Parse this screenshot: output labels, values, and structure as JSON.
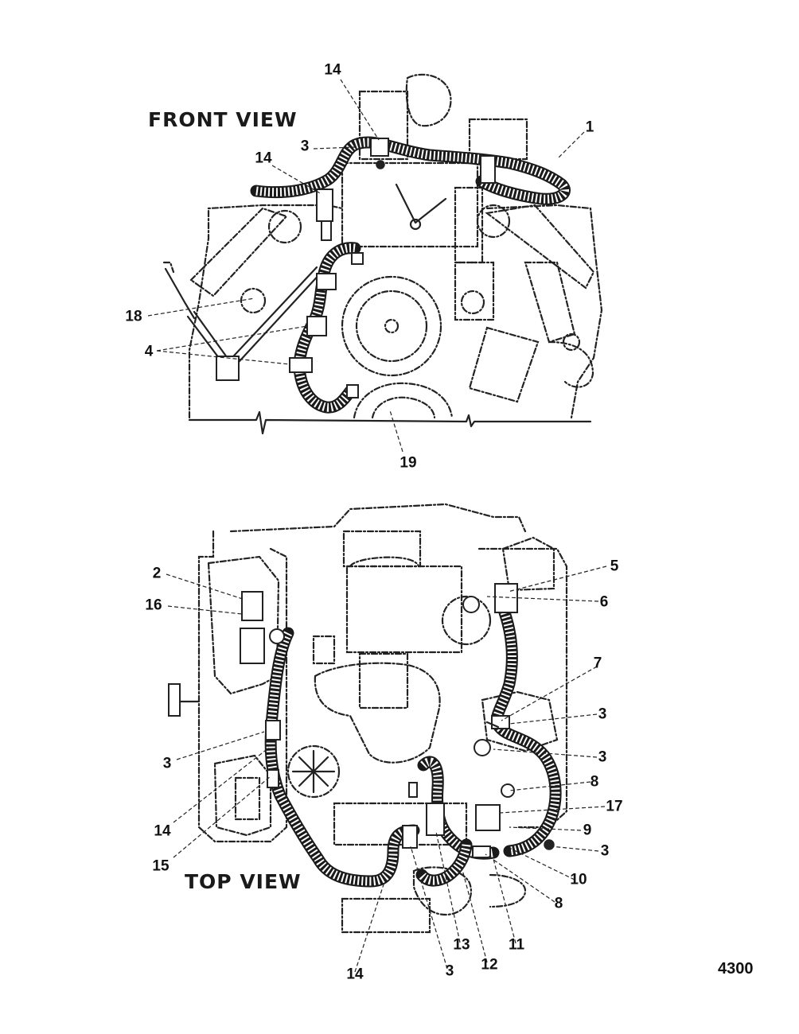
{
  "front_view": {
    "title": "FRONT VIEW",
    "callouts": [
      {
        "key": "front-14-top",
        "text": "14"
      },
      {
        "key": "front-3",
        "text": "3"
      },
      {
        "key": "front-1",
        "text": "1"
      },
      {
        "key": "front-14-left",
        "text": "14"
      },
      {
        "key": "front-18",
        "text": "18"
      },
      {
        "key": "front-4",
        "text": "4"
      },
      {
        "key": "front-19",
        "text": "19"
      }
    ]
  },
  "top_view": {
    "title": "TOP VIEW",
    "callouts": [
      {
        "key": "top-2",
        "text": "2"
      },
      {
        "key": "top-16",
        "text": "16"
      },
      {
        "key": "top-3-left",
        "text": "3"
      },
      {
        "key": "top-14-left",
        "text": "14"
      },
      {
        "key": "top-15",
        "text": "15"
      },
      {
        "key": "top-5",
        "text": "5"
      },
      {
        "key": "top-6",
        "text": "6"
      },
      {
        "key": "top-7",
        "text": "7"
      },
      {
        "key": "top-3-r1",
        "text": "3"
      },
      {
        "key": "top-3-r2",
        "text": "3"
      },
      {
        "key": "top-8-a",
        "text": "8"
      },
      {
        "key": "top-17",
        "text": "17"
      },
      {
        "key": "top-9",
        "text": "9"
      },
      {
        "key": "top-3-r3",
        "text": "3"
      },
      {
        "key": "top-10",
        "text": "10"
      },
      {
        "key": "top-8-b",
        "text": "8"
      },
      {
        "key": "top-11",
        "text": "11"
      },
      {
        "key": "top-12",
        "text": "12"
      },
      {
        "key": "top-13",
        "text": "13"
      },
      {
        "key": "top-3-bottom",
        "text": "3"
      },
      {
        "key": "top-14-bottom",
        "text": "14"
      }
    ]
  },
  "figure_number": "4300"
}
